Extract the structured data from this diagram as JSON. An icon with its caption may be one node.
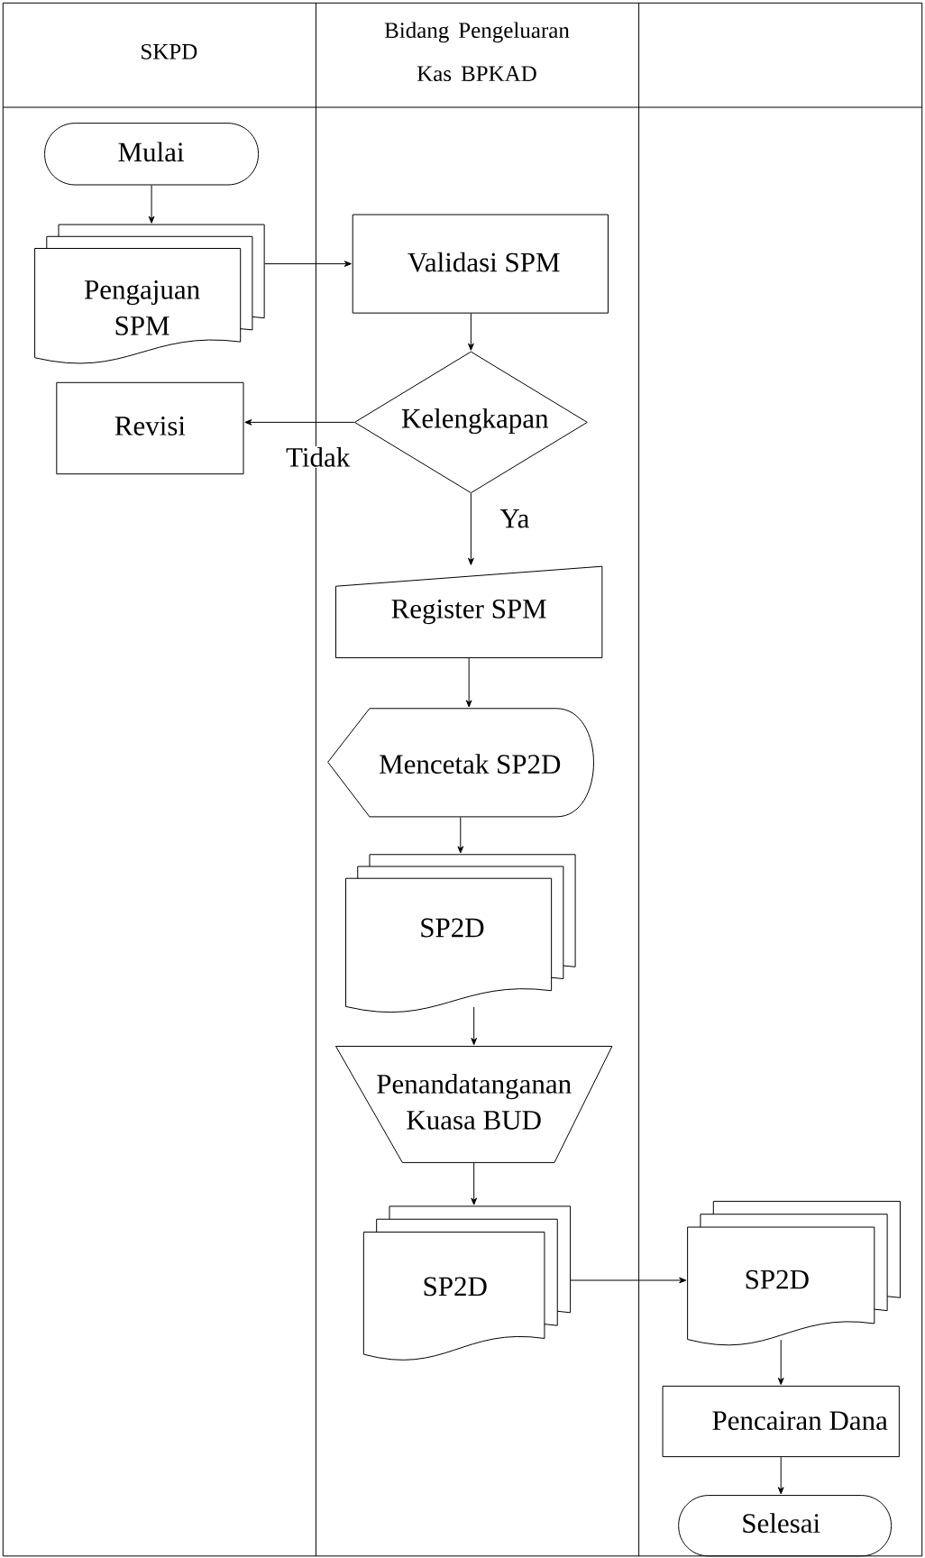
{
  "diagram": {
    "nodes": [
      {
        "text": [
          "Mulai"
        ]
      },
      {
        "text": [
          "Pengajuan SPM"
        ]
      },
      {
        "text": [
          "Validasi SPM"
        ]
      },
      {
        "text": [
          "Kelengkapan"
        ]
      },
      {
        "text": [
          "Revisi"
        ]
      },
      {
        "text": [
          "Register SPM"
        ]
      },
      {
        "text": [
          "Mencetak SP2D"
        ]
      },
      {
        "text": [
          "SP2D"
        ]
      },
      {
        "text": [
          "Penandatanganan Kuasa BUD"
        ]
      },
      {
        "text": [
          "SP2D"
        ]
      },
      {
        "text": [
          "SP2D"
        ]
      },
      {
        "text": [
          "Pencairan Dana"
        ]
      },
      {
        "text": [
          "Selesai"
        ]
      }
    ],
    "edges": [
      {
        "from": 0,
        "to": 1,
        "arrow": "to"
      },
      {
        "from": 1,
        "to": 2,
        "arrow": "to"
      },
      {
        "from": 2,
        "to": 3,
        "arrow": "to"
      },
      {
        "from": 3,
        "to": 4,
        "arrow": "to",
        "label": "Tidak"
      },
      {
        "from": 3,
        "to": 5,
        "arrow": "to",
        "label": "Ya"
      },
      {
        "from": 5,
        "to": 6,
        "arrow": "to"
      },
      {
        "from": 6,
        "to": 7,
        "arrow": "to"
      },
      {
        "from": 7,
        "to": 8,
        "arrow": "to"
      },
      {
        "from": 8,
        "to": 9,
        "arrow": "to"
      },
      {
        "from": 9,
        "to": 10,
        "arrow": "to"
      },
      {
        "from": 10,
        "to": 11,
        "arrow": "to"
      },
      {
        "from": 11,
        "to": 12,
        "arrow": "to"
      }
    ],
    "labels": [
      "SKPD",
      "Bidang Pengeluaran Kas BPKAD"
    ]
  }
}
